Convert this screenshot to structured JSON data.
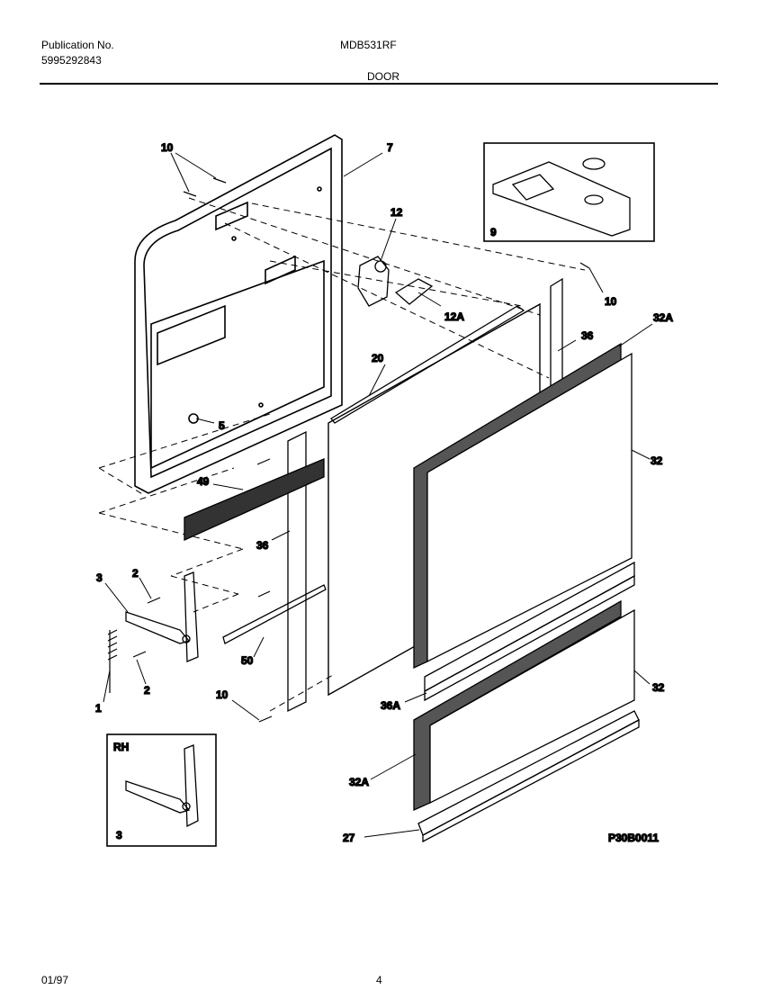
{
  "header": {
    "publication_label": "Publication No.",
    "publication_number": "5995292843",
    "model": "MDB531RF",
    "section": "DOOR"
  },
  "diagram": {
    "callouts": {
      "c10a": "10",
      "c7": "7",
      "c12": "12",
      "c12a": "12A",
      "c9": "9",
      "c10b": "10",
      "c32a_top": "32A",
      "c36_right": "36",
      "c20": "20",
      "c5": "5",
      "c32_top": "32",
      "c49": "49",
      "c36_left": "36",
      "c3": "3",
      "c2_top": "2",
      "c2_bot": "2",
      "c1": "1",
      "c50": "50",
      "c10c": "10",
      "c36a": "36A",
      "c32_bot": "32",
      "c32a_bot": "32A",
      "c27": "27",
      "inset_rh": "RH",
      "inset_3": "3"
    },
    "figure_code": "P30B0011"
  },
  "footer": {
    "date": "01/97",
    "page": "4"
  }
}
